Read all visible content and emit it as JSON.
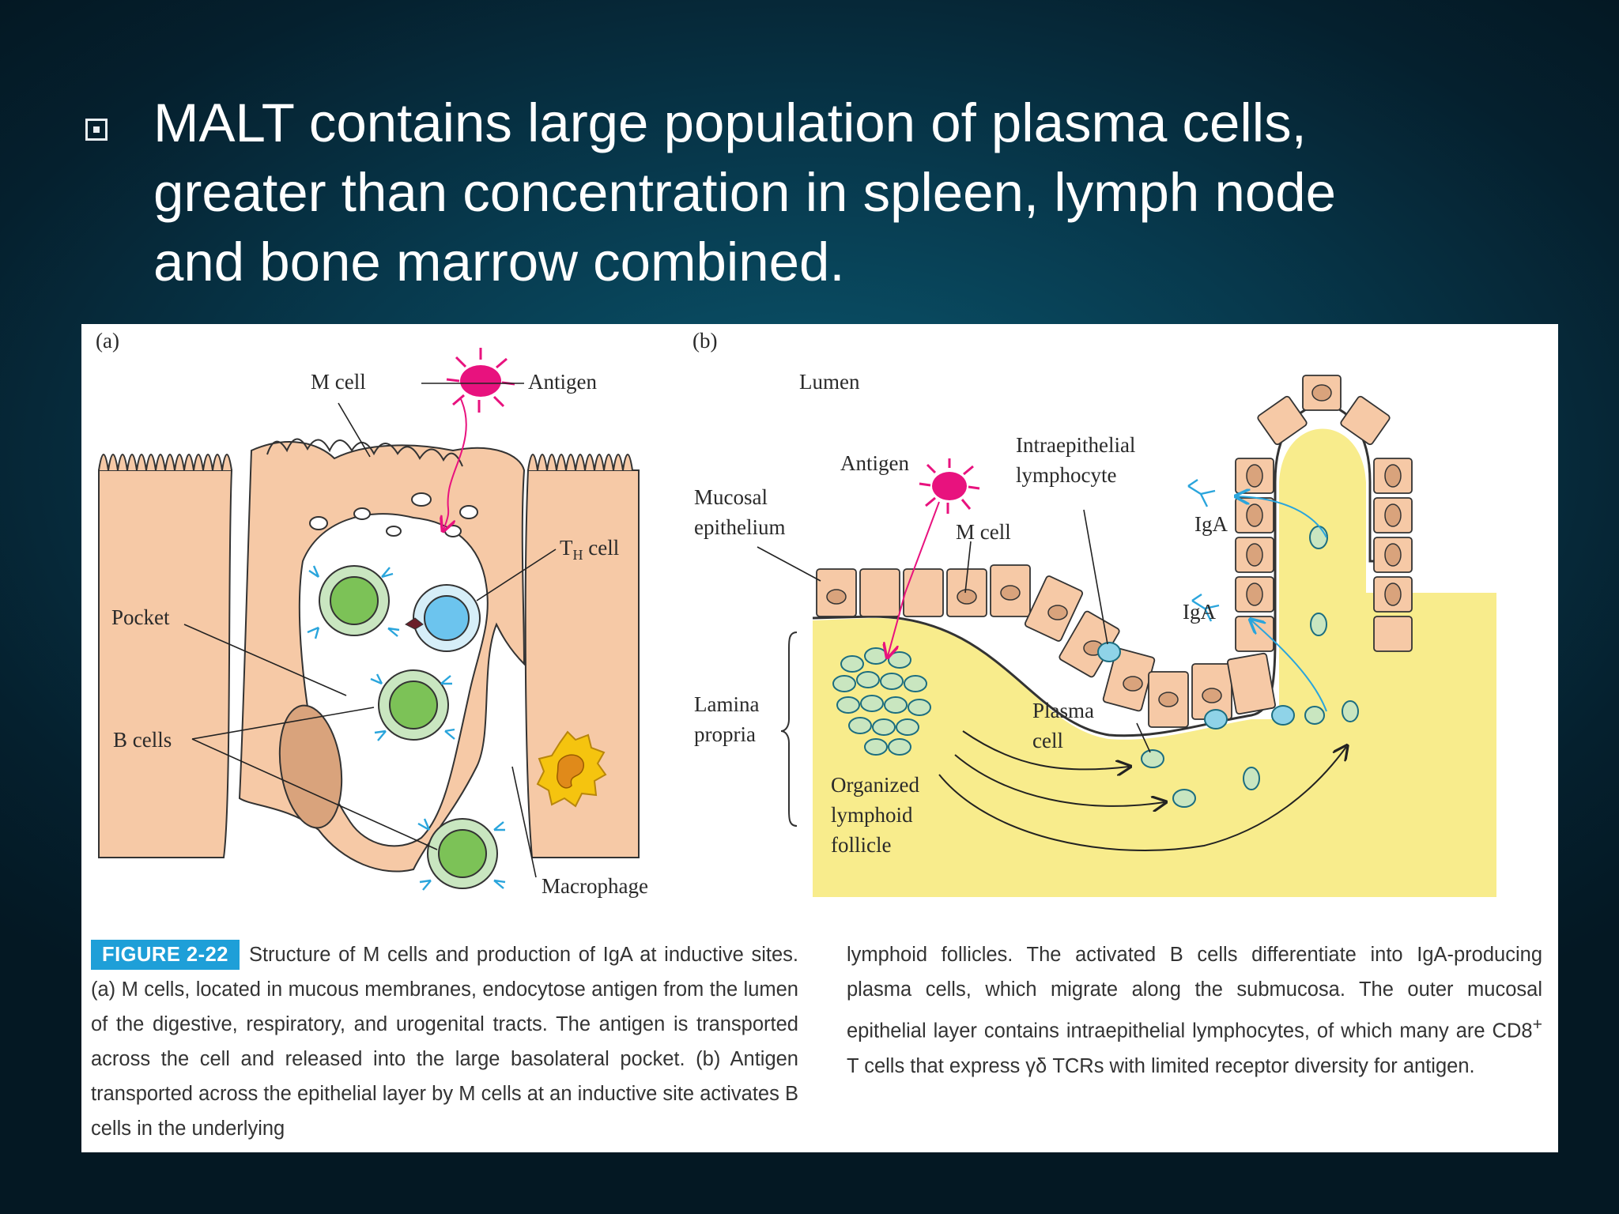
{
  "slide": {
    "headline_lines": [
      "MALT contains large population of plasma cells,",
      "greater than  concentration in spleen, lymph node",
      "and bone marrow combined."
    ]
  },
  "figure": {
    "panel_a": {
      "panel_label": "(a)",
      "m_cell": "M cell",
      "antigen": "Antigen",
      "th_cell": "T",
      "th_sub": "H",
      "th_suffix": " cell",
      "pocket": "Pocket",
      "b_cells": "B cells",
      "macrophage": "Macrophage"
    },
    "panel_b": {
      "panel_label": "(b)",
      "lumen": "Lumen",
      "antigen": "Antigen",
      "intraepithelial_1": "Intraepithelial",
      "intraepithelial_2": "lymphocyte",
      "mucosal_1": "Mucosal",
      "mucosal_2": "epithelium",
      "m_cell": "M cell",
      "iga_1": "IgA",
      "iga_2": "IgA",
      "lamina_1": "Lamina",
      "lamina_2": "propria",
      "plasma_1": "Plasma",
      "plasma_2": "cell",
      "follicle_1": "Organized",
      "follicle_2": "lymphoid",
      "follicle_3": "follicle"
    },
    "caption": {
      "tag": "FIGURE 2-22",
      "left": "Structure of M cells and production of IgA at inductive sites. (a) M cells, located in mucous membranes, endocytose antigen from the lumen of the digestive, respiratory, and urogenital tracts. The antigen is transported across the cell and released into the large basolateral pocket. (b) Antigen transported across the epithelial layer by M cells at an inductive site activates B cells in the underlying",
      "right_1": "lymphoid follicles. The activated B cells differentiate into IgA-producing plasma cells, which migrate along the submucosa. The outer mucosal epithelial layer contains intraepithelial lymphocytes, of which many are CD8",
      "right_sup": "+",
      "right_2": " T cells that express γδ TCRs with limited receptor diversity for antigen."
    }
  },
  "colors": {
    "background": "#07394d",
    "tissue": "#f6c9a6",
    "lamina": "#f8ec8c",
    "antigen": "#e8127e",
    "b_cell": "#7cc257",
    "th_cell": "#6cc4ee",
    "macrophage": "#f5c40f",
    "caption_tag": "#1e9fd8"
  }
}
